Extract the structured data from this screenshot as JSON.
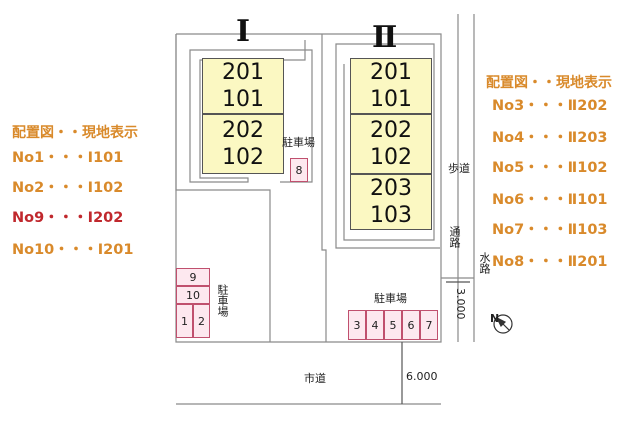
{
  "buildings": {
    "b1": {
      "label": "Ⅰ",
      "upper_units": [
        "201",
        "101"
      ],
      "lower_units": [
        "202",
        "102"
      ]
    },
    "b2": {
      "label": "Ⅱ",
      "unit1": [
        "201",
        "101"
      ],
      "unit2": [
        "202",
        "102"
      ],
      "unit3": [
        "203",
        "103"
      ]
    }
  },
  "labels": {
    "parking": "駐車場",
    "sidewalk": "歩道",
    "passage": "通路",
    "waterway": "水路",
    "city_road": "市道",
    "dim_side": "3.000",
    "dim_road": "6.000"
  },
  "parking_spaces": {
    "top": "8",
    "left": [
      "9",
      "10",
      "1",
      "2"
    ],
    "bottom": [
      "3",
      "4",
      "5",
      "6",
      "7"
    ]
  },
  "legend_left": {
    "title": "配置図・・現地表示",
    "items": [
      "No1・・・Ⅰ101",
      "No2・・・Ⅰ102",
      "No9・・・Ⅰ202",
      "No10・・・Ⅰ201"
    ]
  },
  "legend_right": {
    "title": "配置図・・現地表示",
    "items": [
      "No3・・・Ⅱ202",
      "No4・・・Ⅱ203",
      "No5・・・Ⅱ102",
      "No6・・・Ⅱ101",
      "No7・・・Ⅱ103",
      "No8・・・Ⅱ201"
    ]
  },
  "compass": {
    "letter": "N"
  },
  "colors": {
    "unit_fill": "#fbf8c2",
    "parking_fill": "#fde8ef",
    "legend_orange": "#d98a2b",
    "legend_red": "#c0282d"
  }
}
